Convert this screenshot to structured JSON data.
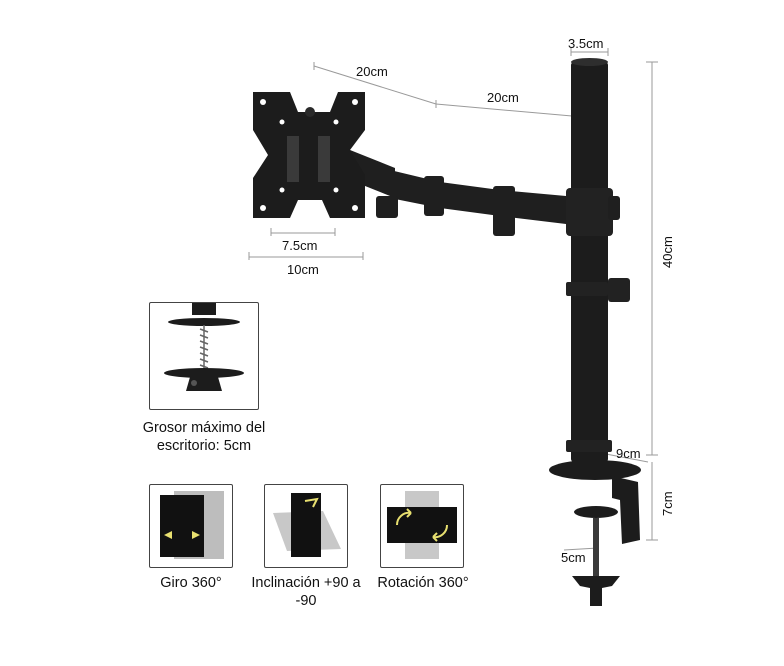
{
  "dimensions": {
    "pole_diameter": "3.5cm",
    "arm_segment_1": "20cm",
    "arm_segment_2": "20cm",
    "pole_height": "40cm",
    "vesa_inner": "7.5cm",
    "vesa_outer": "10cm",
    "clamp_depth": "9cm",
    "clamp_height": "7cm",
    "clamp_screw": "5cm"
  },
  "features": {
    "desk_thickness": "Grosor máximo del escritorio: 5cm",
    "swivel": "Giro 360°",
    "tilt": "Inclinación +90 a -90",
    "rotation": "Rotación 360°"
  },
  "colors": {
    "product": "#1c1c1c",
    "dimension_line": "#9a9a9a",
    "accent_arrow": "#e8e070"
  }
}
